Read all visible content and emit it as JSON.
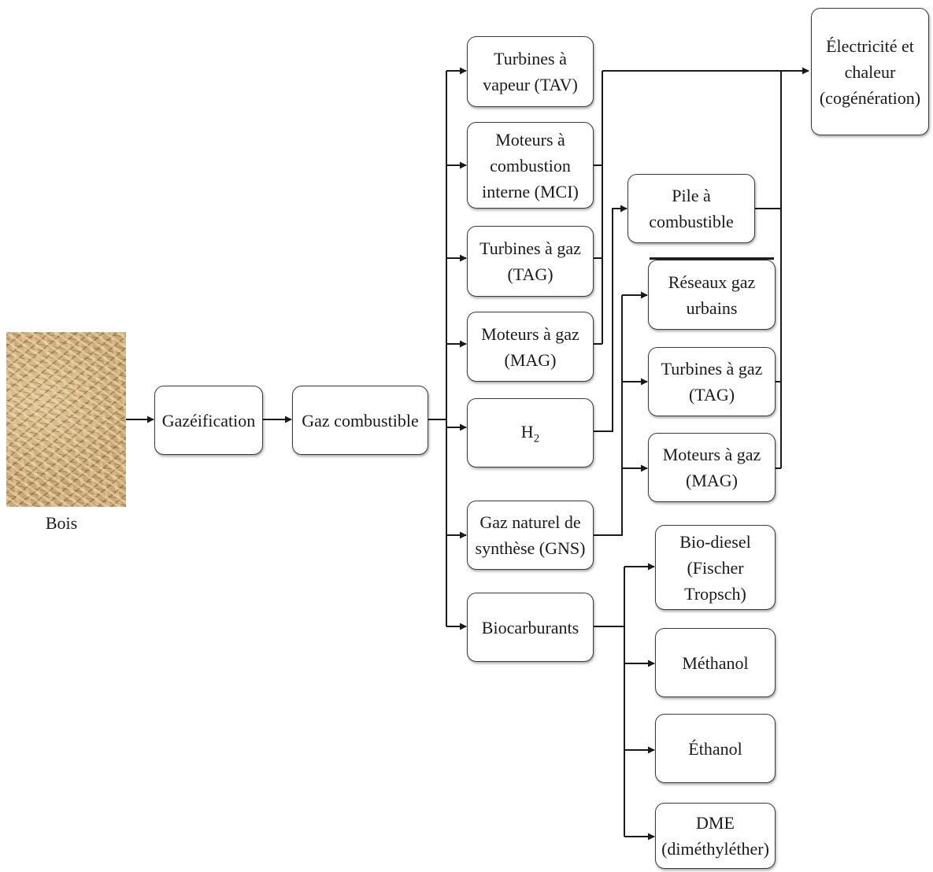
{
  "source": {
    "image": "wood-chips-image",
    "caption": "Bois"
  },
  "process": {
    "gasification": "Gazéification",
    "fuel_gas": "Gaz combustible"
  },
  "routes": {
    "tav": [
      "Turbines à",
      "vapeur (TAV)"
    ],
    "mci": [
      "Moteurs à",
      "combustion",
      "interne (MCI)"
    ],
    "tag": [
      "Turbines à gaz",
      "(TAG)"
    ],
    "mag": [
      "Moteurs à gaz",
      "(MAG)"
    ],
    "h2": "H",
    "h2_sub": "2",
    "gns": [
      "Gaz naturel de",
      "synthèse (GNS)"
    ],
    "biofuels": "Biocarburants"
  },
  "secondary": {
    "fuel_cell": [
      "Pile à",
      "combustible"
    ],
    "gas_network": [
      "Réseaux gaz",
      "urbains"
    ],
    "tag2": [
      "Turbines à gaz",
      "(TAG)"
    ],
    "mag2": [
      "Moteurs à gaz",
      "(MAG)"
    ]
  },
  "fuels": {
    "biodiesel": [
      "Bio-diesel",
      "(Fischer",
      "Tropsch)"
    ],
    "methanol": "Méthanol",
    "ethanol": "Éthanol",
    "dme": [
      "DME",
      "(diméthyléther)"
    ]
  },
  "output": [
    "Électricité et",
    "chaleur",
    "(cogénération)"
  ]
}
